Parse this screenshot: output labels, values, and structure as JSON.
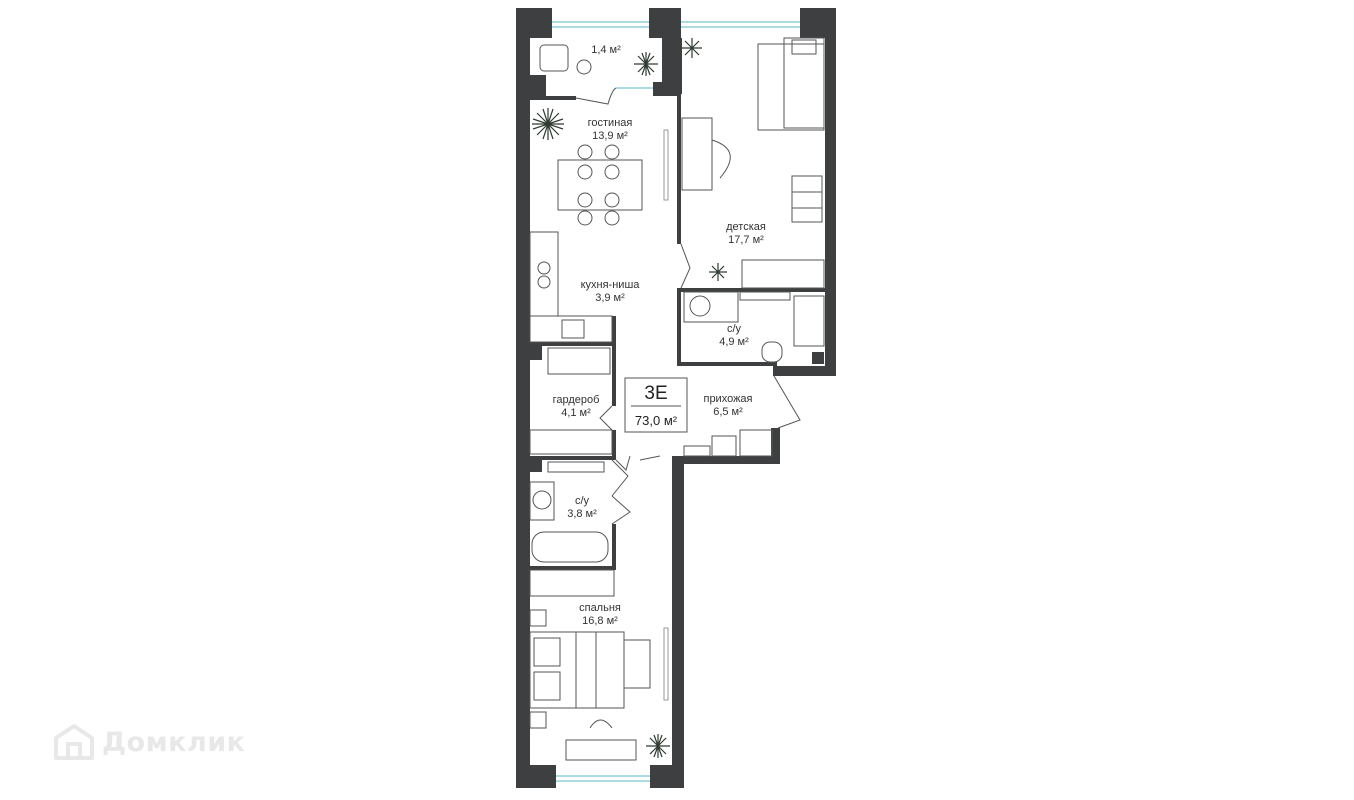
{
  "apartment": {
    "code": "3Е",
    "total_area": "73,0 м²"
  },
  "rooms": {
    "balcony": {
      "name": "",
      "area": "1,4 м²"
    },
    "living": {
      "name": "гостиная",
      "area": "13,9 м²"
    },
    "kitchen": {
      "name": "кухня-ниша",
      "area": "3,9 м²"
    },
    "wardrobe": {
      "name": "гардероб",
      "area": "4,1 м²"
    },
    "bath_small": {
      "name": "с/у",
      "area": "3,8 м²"
    },
    "bedroom": {
      "name": "спальня",
      "area": "16,8 м²"
    },
    "kids": {
      "name": "детская",
      "area": "17,7 м²"
    },
    "bath_large": {
      "name": "с/у",
      "area": "4,9 м²"
    },
    "hall": {
      "name": "прихожая",
      "area": "6,5 м²"
    }
  },
  "watermark": {
    "text": "Домклик",
    "icon": "home-logo-icon"
  },
  "colors": {
    "wall": "#3d3f40",
    "glass": "#8fd0d8",
    "furniture": "#555555"
  }
}
